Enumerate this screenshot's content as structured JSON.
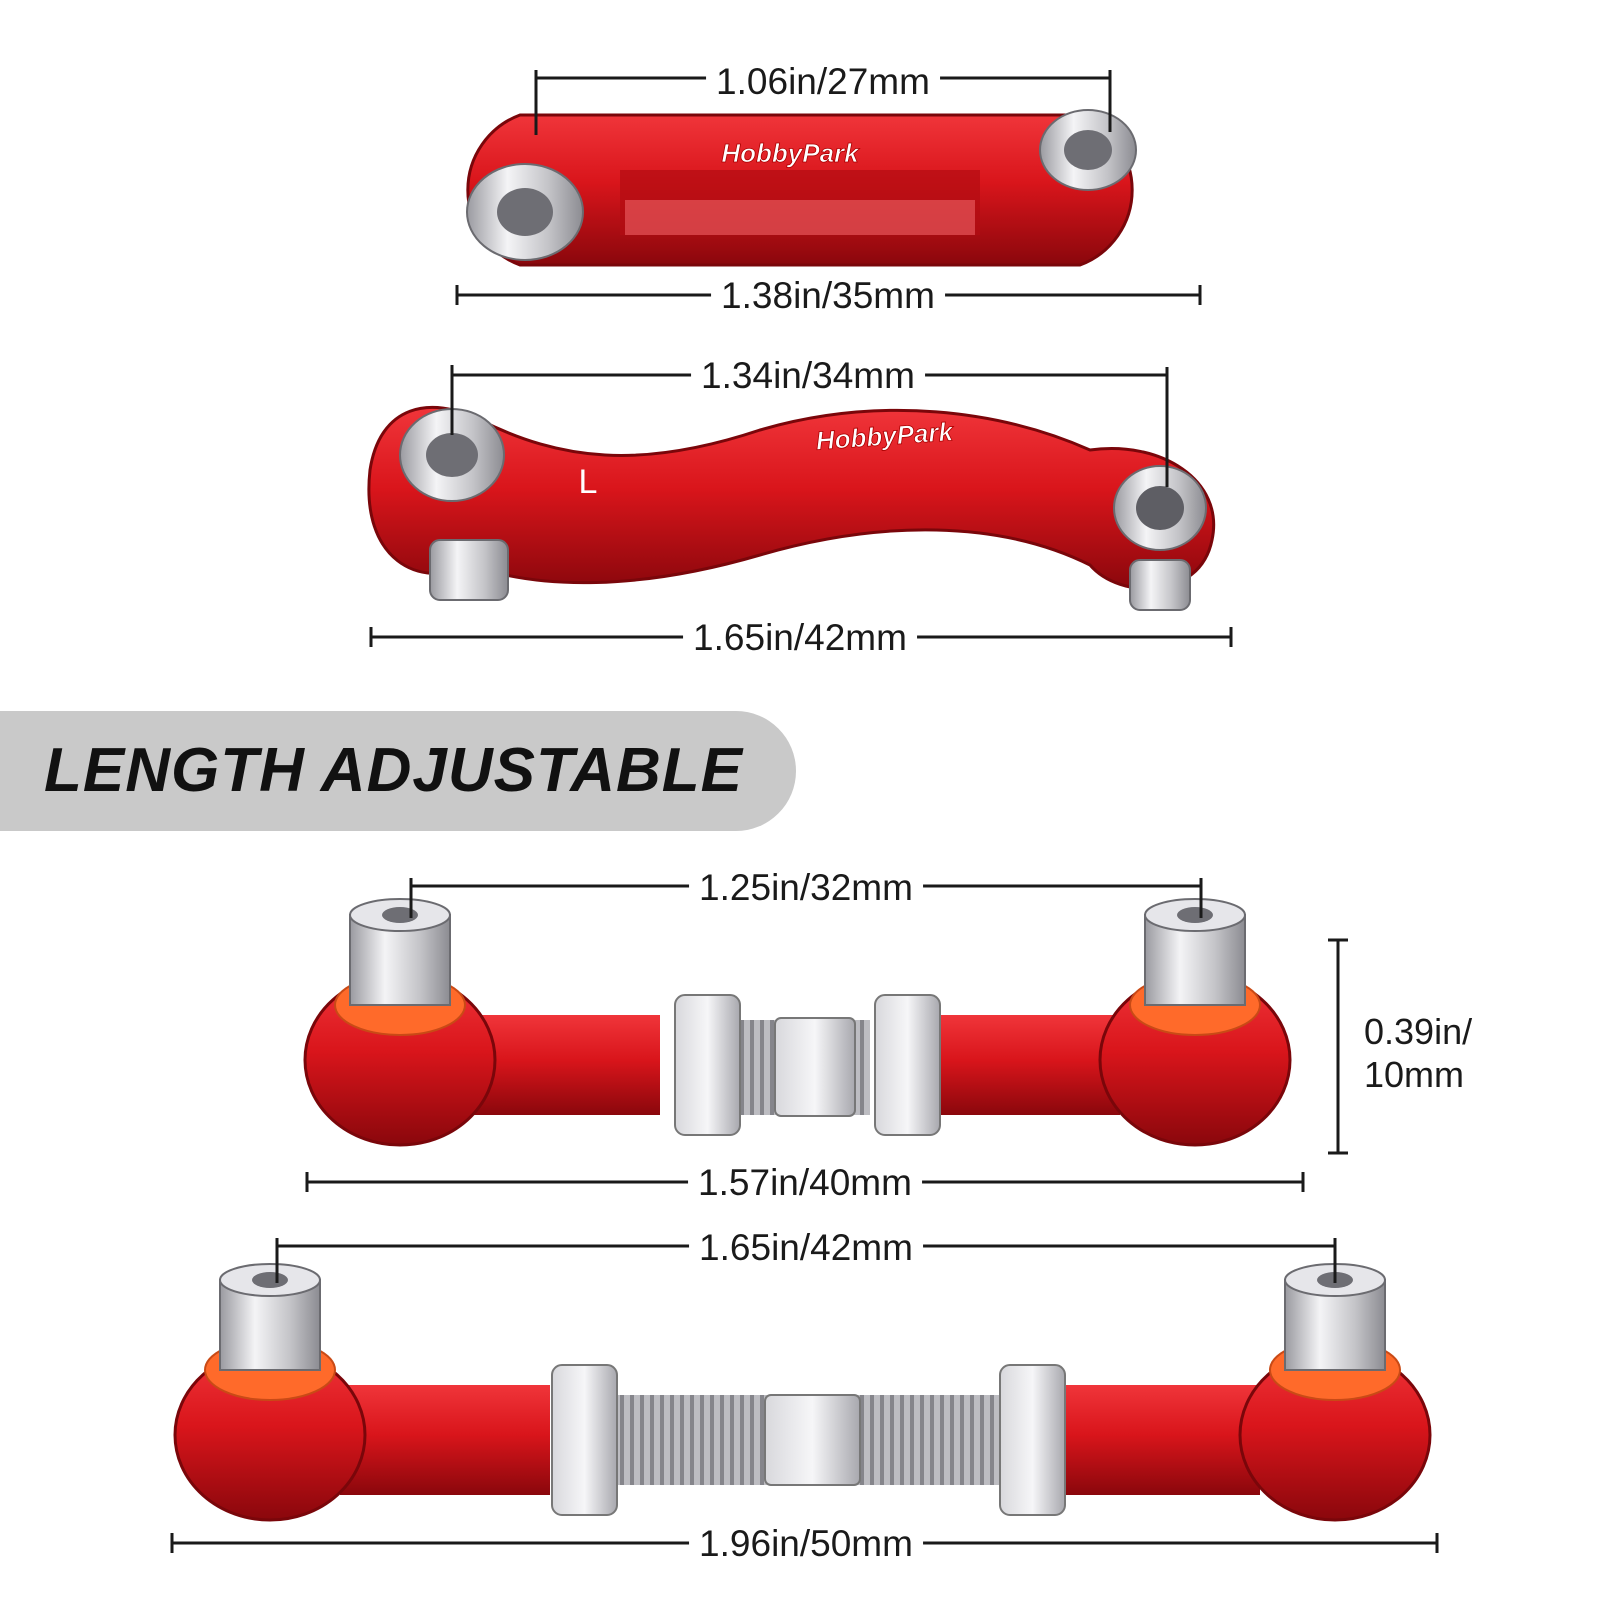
{
  "dimensions": {
    "link1_hole_spacing": "1.06in/27mm",
    "link1_overall_length": "1.38in/35mm",
    "link2_hole_spacing": "1.34in/34mm",
    "link2_overall_length": "1.65in/42mm",
    "link3_hole_spacing": "1.25in/32mm",
    "link3_overall_length": "1.57in/40mm",
    "link3_height_line1": "0.39in/",
    "link3_height_line2": "10mm",
    "link4_hole_spacing": "1.65in/42mm",
    "link4_overall_length": "1.96in/50mm"
  },
  "banner": {
    "text": "LENGTH ADJUSTABLE"
  },
  "brand": {
    "logo_text": "HobbyPark"
  },
  "link2_side_mark": "L",
  "colors": {
    "link_red": "#d9151b",
    "link_red_dark": "#9e0a10",
    "steel": "#c8c8cc",
    "orange_ring": "#ff6a2a",
    "banner_gray": "#c9c9c9"
  }
}
